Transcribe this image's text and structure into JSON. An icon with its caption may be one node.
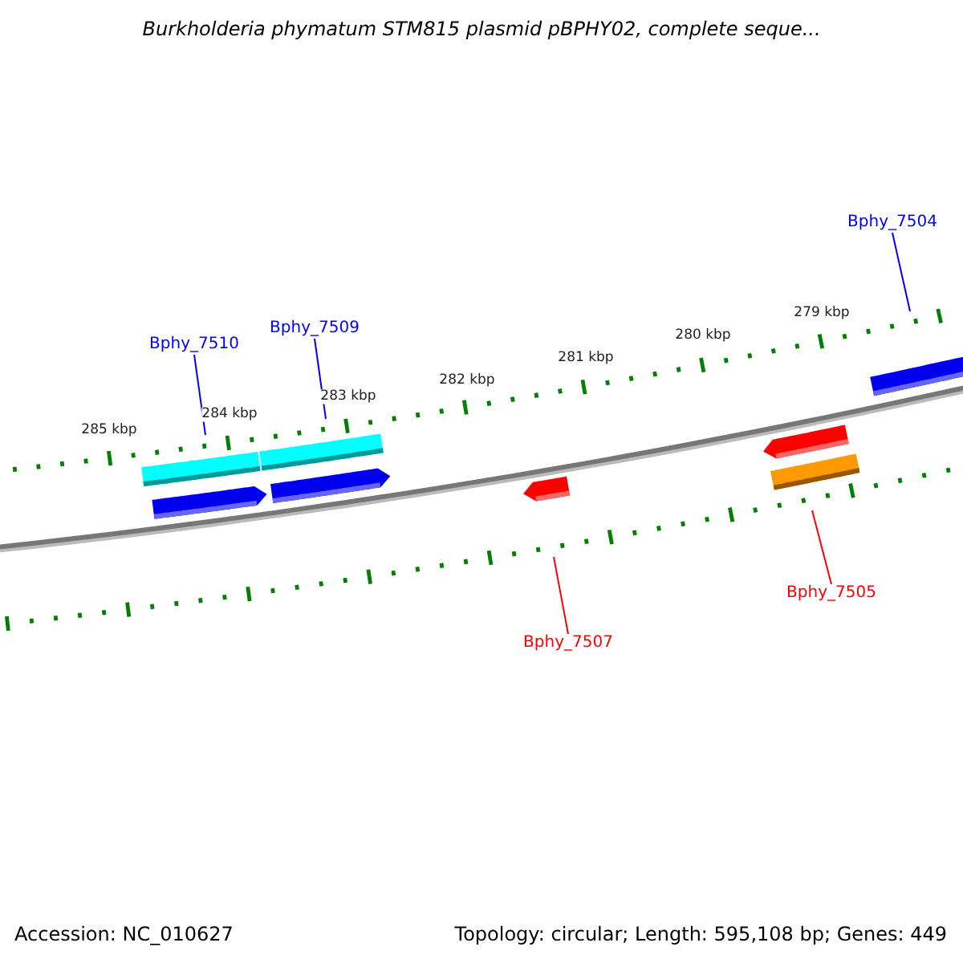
{
  "diagram": {
    "title": "Burkholderia phymatum STM815 plasmid pBPHY02, complete seque...",
    "nodes": [
      {
        "text": [
          "Bphy_7510"
        ]
      },
      {
        "text": [
          "Bphy_7509"
        ]
      },
      {
        "text": [
          "Bphy_7504"
        ]
      },
      {
        "text": [
          "Bphy_7507"
        ]
      },
      {
        "text": [
          "Bphy_7505"
        ]
      }
    ],
    "edges": [
      {
        "from": 0,
        "to": null,
        "arrow": "none"
      },
      {
        "from": 1,
        "to": null,
        "arrow": "none"
      },
      {
        "from": 2,
        "to": null,
        "arrow": "none"
      },
      {
        "from": 3,
        "to": null,
        "arrow": "none",
        "color": "#ff0000"
      },
      {
        "from": 4,
        "to": null,
        "arrow": "none",
        "color": "#ff0000"
      }
    ],
    "labels": [
      "285 kbp",
      "284 kbp",
      "283 kbp",
      "282 kbp",
      "281 kbp",
      "280 kbp",
      "279 kbp",
      "Accession: NC_010627",
      "Topology: circular; Length: 595,108 bp; Genes: 449"
    ]
  }
}
